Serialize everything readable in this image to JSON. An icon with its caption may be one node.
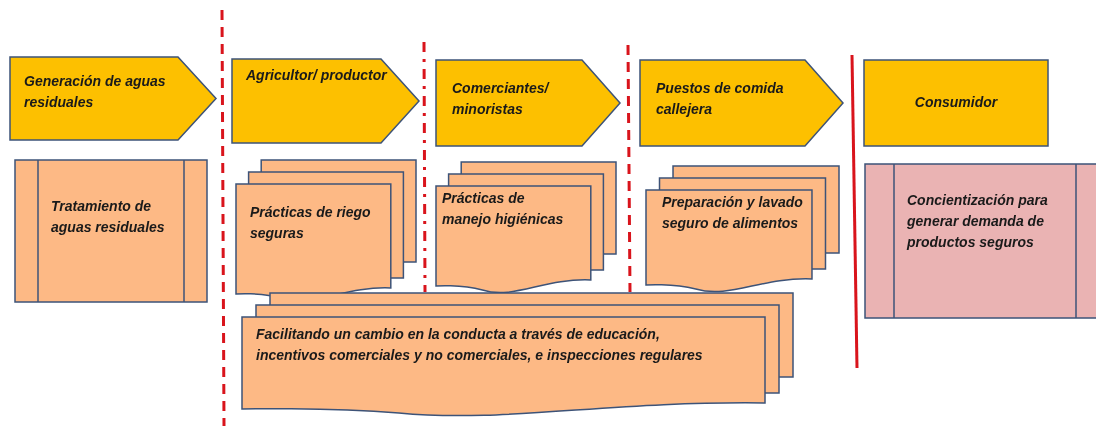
{
  "diagram": {
    "nodes": [
      {
        "text": [
          "Generación de aguas residuales"
        ]
      },
      {
        "text": [
          "Agricultor/ productor"
        ]
      },
      {
        "text": [
          "Comerciantes/ minoristas"
        ]
      },
      {
        "text": [
          "Puestos de comida callejera"
        ]
      },
      {
        "text": [
          "Consumidor"
        ]
      },
      {
        "text": [
          "Tratamiento de aguas residuales"
        ]
      },
      {
        "text": [
          "Prácticas de riego seguras"
        ]
      },
      {
        "text": [
          "Prácticas de manejo higiénicas"
        ]
      },
      {
        "text": [
          "Preparación y lavado seguro de alimentos"
        ]
      },
      {
        "text": [
          "Concientización para generar demanda de productos seguros"
        ]
      },
      {
        "text": [
          "Facilitando un cambio en la conducta a través de educación, incentivos comerciales y no comerciales, e inspecciones regulares"
        ]
      }
    ]
  }
}
